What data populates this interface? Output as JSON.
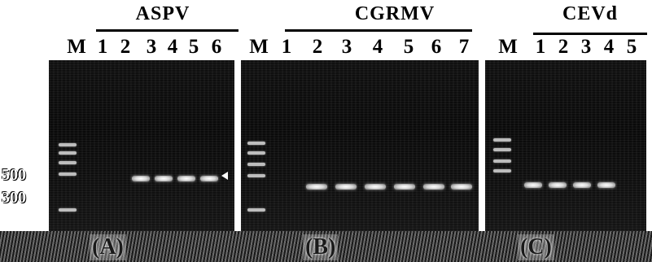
{
  "panels": [
    {
      "virus": "ASPV",
      "letter": "(A)",
      "lanes": [
        "M",
        "1",
        "2",
        "3",
        "4",
        "5",
        "6"
      ]
    },
    {
      "virus": "CGRMV",
      "letter": "(B)",
      "lanes": [
        "M",
        "1",
        "2",
        "3",
        "4",
        "5",
        "6",
        "7"
      ]
    },
    {
      "virus": "CEVd",
      "letter": "(C)",
      "lanes": [
        "M",
        "1",
        "2",
        "3",
        "4",
        "5"
      ]
    }
  ],
  "size_markers": [
    "500",
    "300"
  ]
}
